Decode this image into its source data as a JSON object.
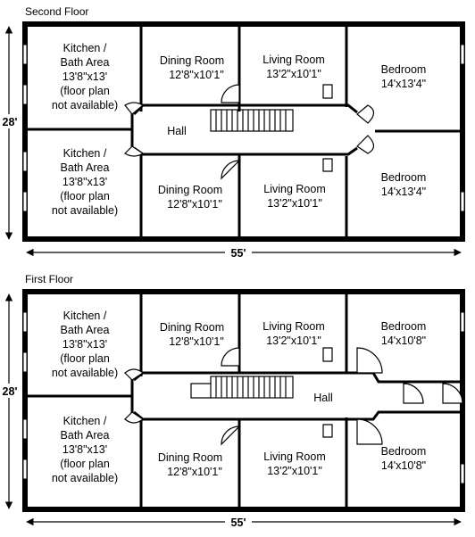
{
  "floors": {
    "second": {
      "title": "Second Floor",
      "width_label": "55'",
      "height_label": "28'",
      "hall_label": "Hall",
      "rooms": {
        "kitchen_top": [
          "Kitchen /",
          "Bath Area",
          "13'8\"x13'",
          "(floor plan",
          "not available)"
        ],
        "kitchen_bottom": [
          "Kitchen /",
          "Bath Area",
          "13'8\"x13'",
          "(floor plan",
          "not available)"
        ],
        "dining_top": [
          "Dining Room",
          "12'8\"x10'1\""
        ],
        "dining_bottom": [
          "Dining Room",
          "12'8\"x10'1\""
        ],
        "living_top": [
          "Living Room",
          "13'2\"x10'1\""
        ],
        "living_bottom": [
          "Living Room",
          "13'2\"x10'1\""
        ],
        "bedroom_top": [
          "Bedroom",
          "14'x13'4\""
        ],
        "bedroom_bottom": [
          "Bedroom",
          "14'x13'4\""
        ]
      }
    },
    "first": {
      "title": "First Floor",
      "width_label": "55'",
      "height_label": "28'",
      "hall_label": "Hall",
      "rooms": {
        "kitchen_top": [
          "Kitchen /",
          "Bath Area",
          "13'8\"x13'",
          "(floor plan",
          "not available)"
        ],
        "kitchen_bottom": [
          "Kitchen /",
          "Bath Area",
          "13'8\"x13'",
          "(floor plan",
          "not available)"
        ],
        "dining_top": [
          "Dining Room",
          "12'8\"x10'1\""
        ],
        "dining_bottom": [
          "Dining Room",
          "12'8\"x10'1\""
        ],
        "living_top": [
          "Living Room",
          "13'2\"x10'1\""
        ],
        "living_bottom": [
          "Living Room",
          "13'2\"x10'1\""
        ],
        "bedroom_top": [
          "Bedroom",
          "14'x10'8\""
        ],
        "bedroom_bottom": [
          "Bedroom",
          "14'x10'8\""
        ]
      }
    }
  }
}
